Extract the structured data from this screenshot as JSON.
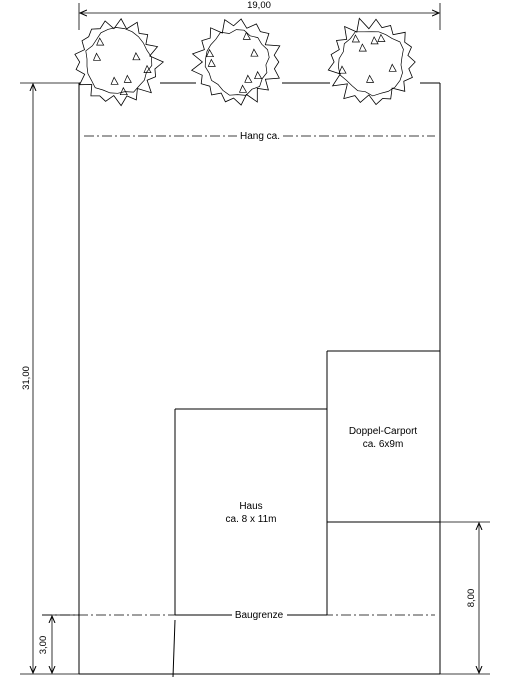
{
  "plot": {
    "width_dim": "19,00",
    "depth_dim": "31,00",
    "setback_left_dim": "3,00",
    "setback_right_dim": "8,00"
  },
  "lines": {
    "slope_label": "Hang ca.",
    "building_line_label": "Baugrenze"
  },
  "buildings": {
    "house": {
      "name": "Haus",
      "size": "ca. 8 x 11m"
    },
    "carport": {
      "name": "Doppel-Carport",
      "size": "ca. 6x9m"
    }
  },
  "trees": [
    {
      "name": "tree-1"
    },
    {
      "name": "tree-2"
    },
    {
      "name": "tree-3"
    }
  ]
}
